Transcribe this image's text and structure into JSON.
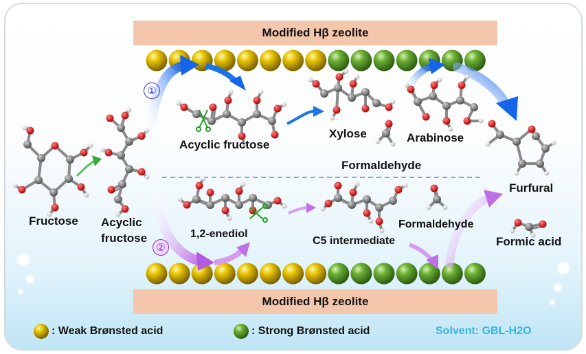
{
  "zeolite_top": "Modified Hβ zeolite",
  "zeolite_bottom": "Modified Hβ zeolite",
  "pathway1_num": "①",
  "pathway2_num": "②",
  "labels": {
    "fructose": "Fructose",
    "acyclic_fructose_left": "Acyclic\nfructose",
    "acyclic_fructose_top": "Acyclic fructose",
    "xylose": "Xylose",
    "arabinose": "Arabinose",
    "formaldehyde_top": "Formaldehyde",
    "furfural": "Furfural",
    "enediol": "1,2-enediol",
    "c5_intermediate": "C5 intermediate",
    "formaldehyde_bottom": "Formaldehyde",
    "formic_acid": "Formic acid"
  },
  "legend": {
    "weak": ": Weak Brønsted acid",
    "strong": ": Strong Brønsted acid",
    "solvent": "Solvent: GBL-H2O"
  },
  "colors": {
    "weak_acid": "#d8b800",
    "strong_acid": "#5fa52c",
    "plate": "#f4c7ac",
    "solvent_text": "#33b5e5",
    "pathway1": "#1a73e8",
    "pathway2": "#c77ee8"
  }
}
